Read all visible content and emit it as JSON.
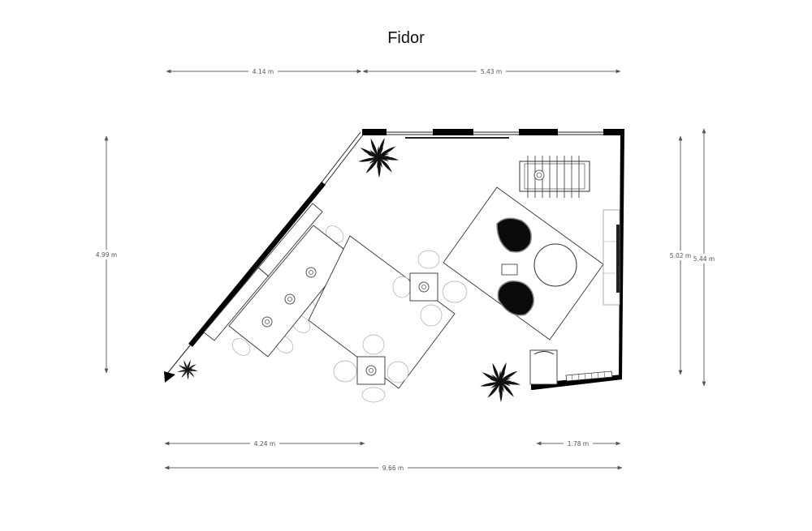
{
  "title": "Fidor",
  "dimensions": {
    "top_left": "4.14 m",
    "top_right": "5.43 m",
    "left": "4.99 m",
    "right_inner": "5.02 m",
    "right_outer": "5.44 m",
    "bottom_left": "4.24 m",
    "bottom_right": "1.78 m",
    "bottom_total": "9.66 m"
  },
  "icons": [
    "plant-icon",
    "armchair-icon",
    "foosball-table-icon",
    "round-table-icon",
    "desk-lamp-icon",
    "chair-icon"
  ],
  "colors": {
    "wall": "#000000",
    "line": "#333333",
    "dimension": "#666666"
  }
}
